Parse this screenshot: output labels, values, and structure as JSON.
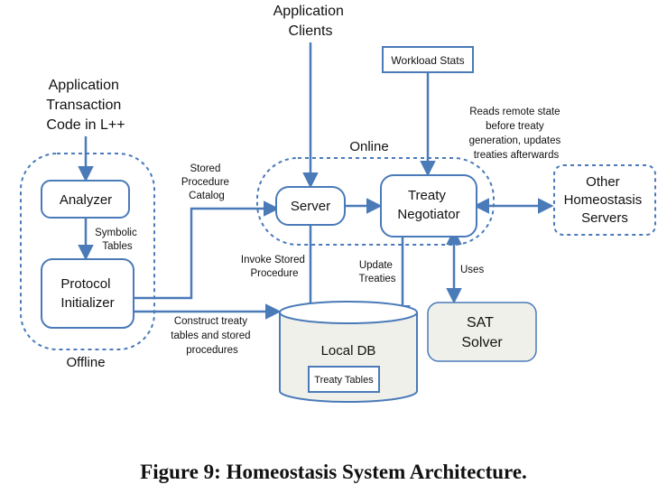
{
  "colors": {
    "stroke": "#4a7ab8",
    "box_fill": "#ffffff",
    "shaded_fill": "#f0f0ea",
    "text": "#111111"
  },
  "nodes": {
    "app_clients": [
      "Application",
      "Clients"
    ],
    "app_code": [
      "Application",
      "Transaction",
      "Code in L++"
    ],
    "analyzer": "Analyzer",
    "protocol_initializer": [
      "Protocol",
      "Initializer"
    ],
    "offline": "Offline",
    "online": "Online",
    "server": "Server",
    "treaty_negotiator": [
      "Treaty",
      "Negotiator"
    ],
    "workload_stats": "Workload Stats",
    "other_servers": [
      "Other",
      "Homeostasis",
      "Servers"
    ],
    "local_db": "Local DB",
    "treaty_tables": "Treaty Tables",
    "sat_solver": [
      "SAT",
      "Solver"
    ]
  },
  "edge_labels": {
    "symbolic_tables": [
      "Symbolic",
      "Tables"
    ],
    "stored_catalog": [
      "Stored",
      "Procedure",
      "Catalog"
    ],
    "reads_remote": [
      "Reads remote state",
      "before treaty",
      "generation, updates",
      "treaties afterwards"
    ],
    "invoke_stored": [
      "Invoke Stored",
      "Procedure"
    ],
    "update_treaties": [
      "Update",
      "Treaties"
    ],
    "uses": "Uses",
    "construct_treaty": [
      "Construct treaty",
      "tables and stored",
      "procedures"
    ]
  },
  "caption": "Figure 9: Homeostasis System Architecture."
}
